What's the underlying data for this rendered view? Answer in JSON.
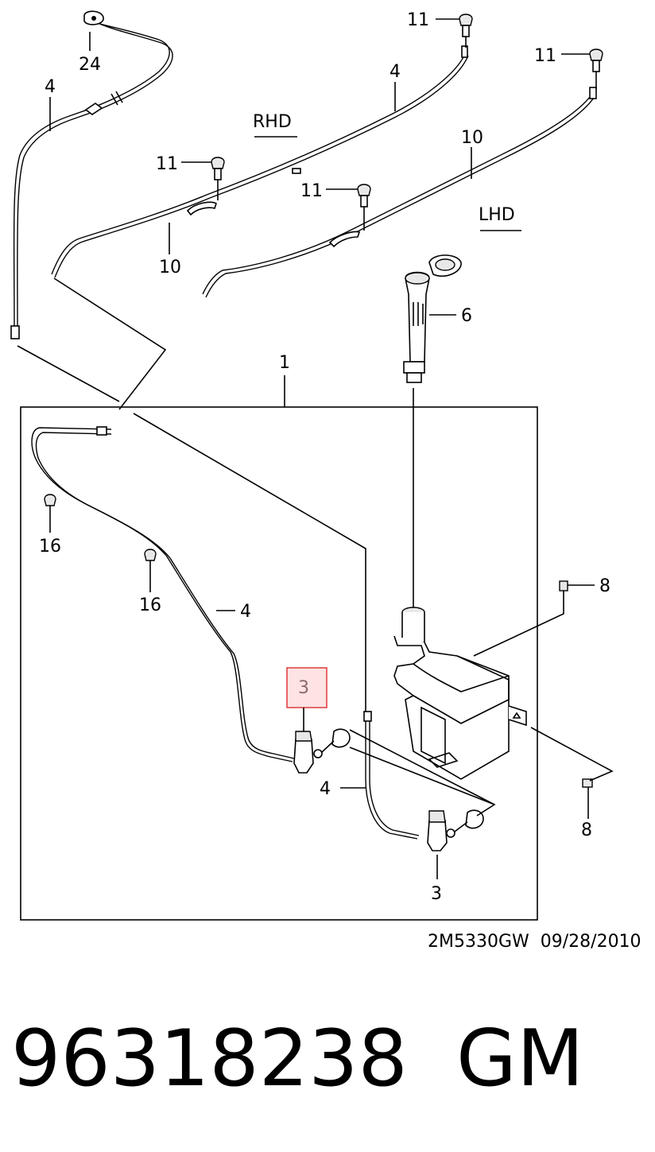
{
  "labels": {
    "nozzle_11_a": "11",
    "nozzle_11_b": "11",
    "nozzle_11_c": "11",
    "nozzle_11_d": "11",
    "hose_4_a": "4",
    "hose_4_b": "4",
    "hose_4_c": "4",
    "hose_4_d": "4",
    "clip_24": "24",
    "rhd": "RHD",
    "lhd": "LHD",
    "hose_10_a": "10",
    "hose_10_b": "10",
    "filler_6": "6",
    "assembly_1": "1",
    "clip_16_a": "16",
    "clip_16_b": "16",
    "bolt_8_a": "8",
    "bolt_8_b": "8",
    "pump_3_highlight": "3",
    "pump_3": "3"
  },
  "drawing_code": "2M5330GW  09/28/2010",
  "part_number": "96318238",
  "brand": "GM",
  "colors": {
    "highlight_border": "#e03a3a",
    "highlight_fill": "#fde3e3"
  }
}
